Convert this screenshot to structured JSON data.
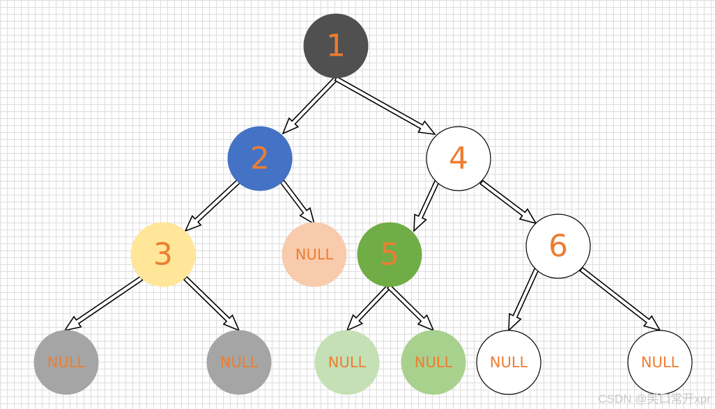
{
  "tree": {
    "nodes": [
      {
        "id": "n1",
        "label": "1",
        "fill": "#505050",
        "text_color": "#ed7d31",
        "stroke": "#505050"
      },
      {
        "id": "n2",
        "label": "2",
        "fill": "#4472c4",
        "text_color": "#ed7d31",
        "stroke": "#4472c4"
      },
      {
        "id": "n4",
        "label": "4",
        "fill": "#ffffff",
        "text_color": "#ed7d31",
        "stroke": "#000000"
      },
      {
        "id": "n3",
        "label": "3",
        "fill": "#ffe699",
        "text_color": "#ed7d31",
        "stroke": "#ffe699"
      },
      {
        "id": "n2r",
        "label": "NULL",
        "fill": "#f8cbad",
        "text_color": "#ed7d31",
        "stroke": "#f8cbad"
      },
      {
        "id": "n5",
        "label": "5",
        "fill": "#70ad47",
        "text_color": "#ed7d31",
        "stroke": "#70ad47"
      },
      {
        "id": "n6",
        "label": "6",
        "fill": "#ffffff",
        "text_color": "#ed7d31",
        "stroke": "#000000"
      },
      {
        "id": "n3l",
        "label": "NULL",
        "fill": "#a5a5a5",
        "text_color": "#ed7d31",
        "stroke": "#a5a5a5"
      },
      {
        "id": "n3r",
        "label": "NULL",
        "fill": "#a5a5a5",
        "text_color": "#ed7d31",
        "stroke": "#a5a5a5"
      },
      {
        "id": "n5l",
        "label": "NULL",
        "fill": "#c5e0b4",
        "text_color": "#ed7d31",
        "stroke": "#c5e0b4"
      },
      {
        "id": "n5r",
        "label": "NULL",
        "fill": "#a9d18e",
        "text_color": "#ed7d31",
        "stroke": "#a9d18e"
      },
      {
        "id": "n6l",
        "label": "NULL",
        "fill": "#ffffff",
        "text_color": "#ed7d31",
        "stroke": "#000000"
      },
      {
        "id": "n6r",
        "label": "NULL",
        "fill": "#ffffff",
        "text_color": "#ed7d31",
        "stroke": "#000000"
      }
    ],
    "edges": [
      {
        "from": "n1",
        "to": "n2"
      },
      {
        "from": "n1",
        "to": "n4"
      },
      {
        "from": "n2",
        "to": "n3"
      },
      {
        "from": "n2",
        "to": "n2r"
      },
      {
        "from": "n4",
        "to": "n5"
      },
      {
        "from": "n4",
        "to": "n6"
      },
      {
        "from": "n3",
        "to": "n3l"
      },
      {
        "from": "n3",
        "to": "n3r"
      },
      {
        "from": "n5",
        "to": "n5l"
      },
      {
        "from": "n5",
        "to": "n5r"
      },
      {
        "from": "n6",
        "to": "n6l"
      },
      {
        "from": "n6",
        "to": "n6r"
      }
    ]
  },
  "watermark": "CSDN @笑口常开xpr"
}
